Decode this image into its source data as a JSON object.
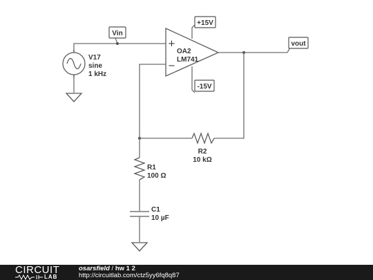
{
  "components": {
    "source": {
      "ref": "V17",
      "type": "sine",
      "freq": "1 kHz"
    },
    "opamp": {
      "ref": "OA2",
      "part": "LM741",
      "plus": "+",
      "minus": "−"
    },
    "r2": {
      "ref": "R2",
      "value": "10 kΩ"
    },
    "r1": {
      "ref": "R1",
      "value": "100 Ω"
    },
    "c1": {
      "ref": "C1",
      "value": "10 µF"
    }
  },
  "nets": {
    "vin": "Vin",
    "vout": "vout",
    "vpos": "+15V",
    "vneg": "-15V"
  },
  "footer": {
    "logo_top": "CIRCUIT",
    "logo_bottom": "LAB",
    "author": "osarsfield",
    "separator": " / ",
    "title": "hw 1 2",
    "url": "http://circuitlab.com/ctz5yy6fq8q87"
  }
}
